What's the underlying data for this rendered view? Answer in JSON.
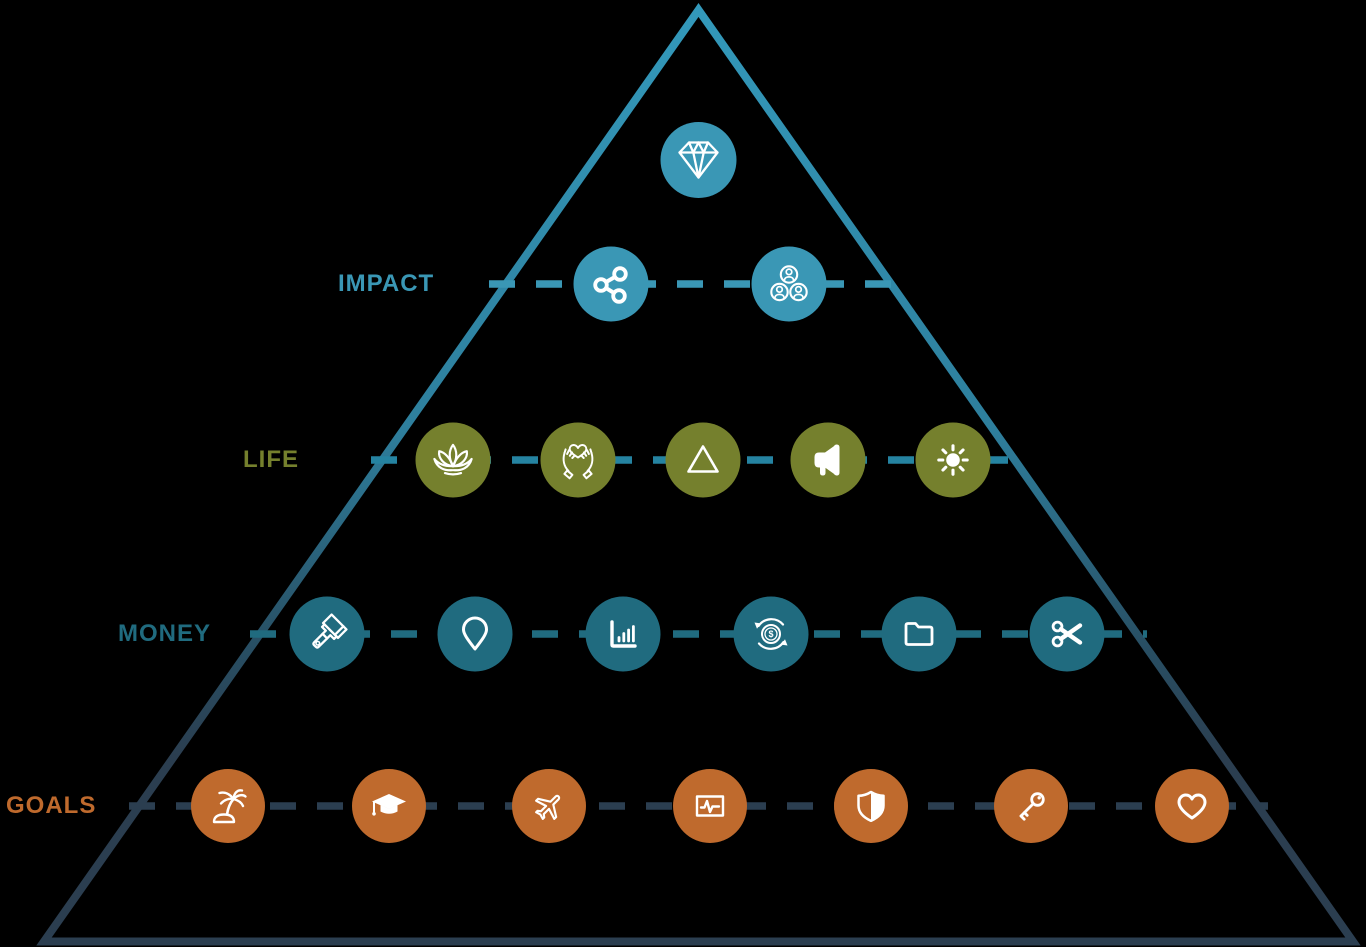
{
  "page": {
    "background": "#000000",
    "description": "Financial planning pyramid diagram"
  },
  "pyramid": {
    "stroke_top_color": "#3399BB",
    "stroke_bottom_color": "#2B3E50",
    "apex_icon": "diamond-icon"
  },
  "symbols": {
    "dollar": "$"
  },
  "rows": [
    {
      "label": "IMPACT",
      "label_color": "#3A97B5",
      "circle_color": "#3A97B5",
      "dash_color": "#3A97B5",
      "icons": [
        "share-icon",
        "team-icon"
      ]
    },
    {
      "label": "LIFE",
      "label_color": "#75802D",
      "circle_color": "#75802D",
      "dash_color": "#2583A1",
      "icons": [
        "lotus-icon",
        "hands-heart-icon",
        "triangle-icon",
        "megaphone-icon",
        "sun-icon"
      ]
    },
    {
      "label": "MONEY",
      "label_color": "#206B7F",
      "circle_color": "#206B7F",
      "dash_color": "#206B7F",
      "icons": [
        "paintbrush-icon",
        "location-pin-icon",
        "bar-chart-icon",
        "money-cycle-icon",
        "folder-icon",
        "scissors-icon"
      ]
    },
    {
      "label": "GOALS",
      "label_color": "#BF6A2D",
      "circle_color": "#BF6A2D",
      "dash_color": "#2B3E50",
      "icons": [
        "palm-tree-icon",
        "graduation-cap-icon",
        "airplane-icon",
        "health-monitor-icon",
        "shield-icon",
        "key-icon",
        "heart-icon"
      ]
    }
  ]
}
